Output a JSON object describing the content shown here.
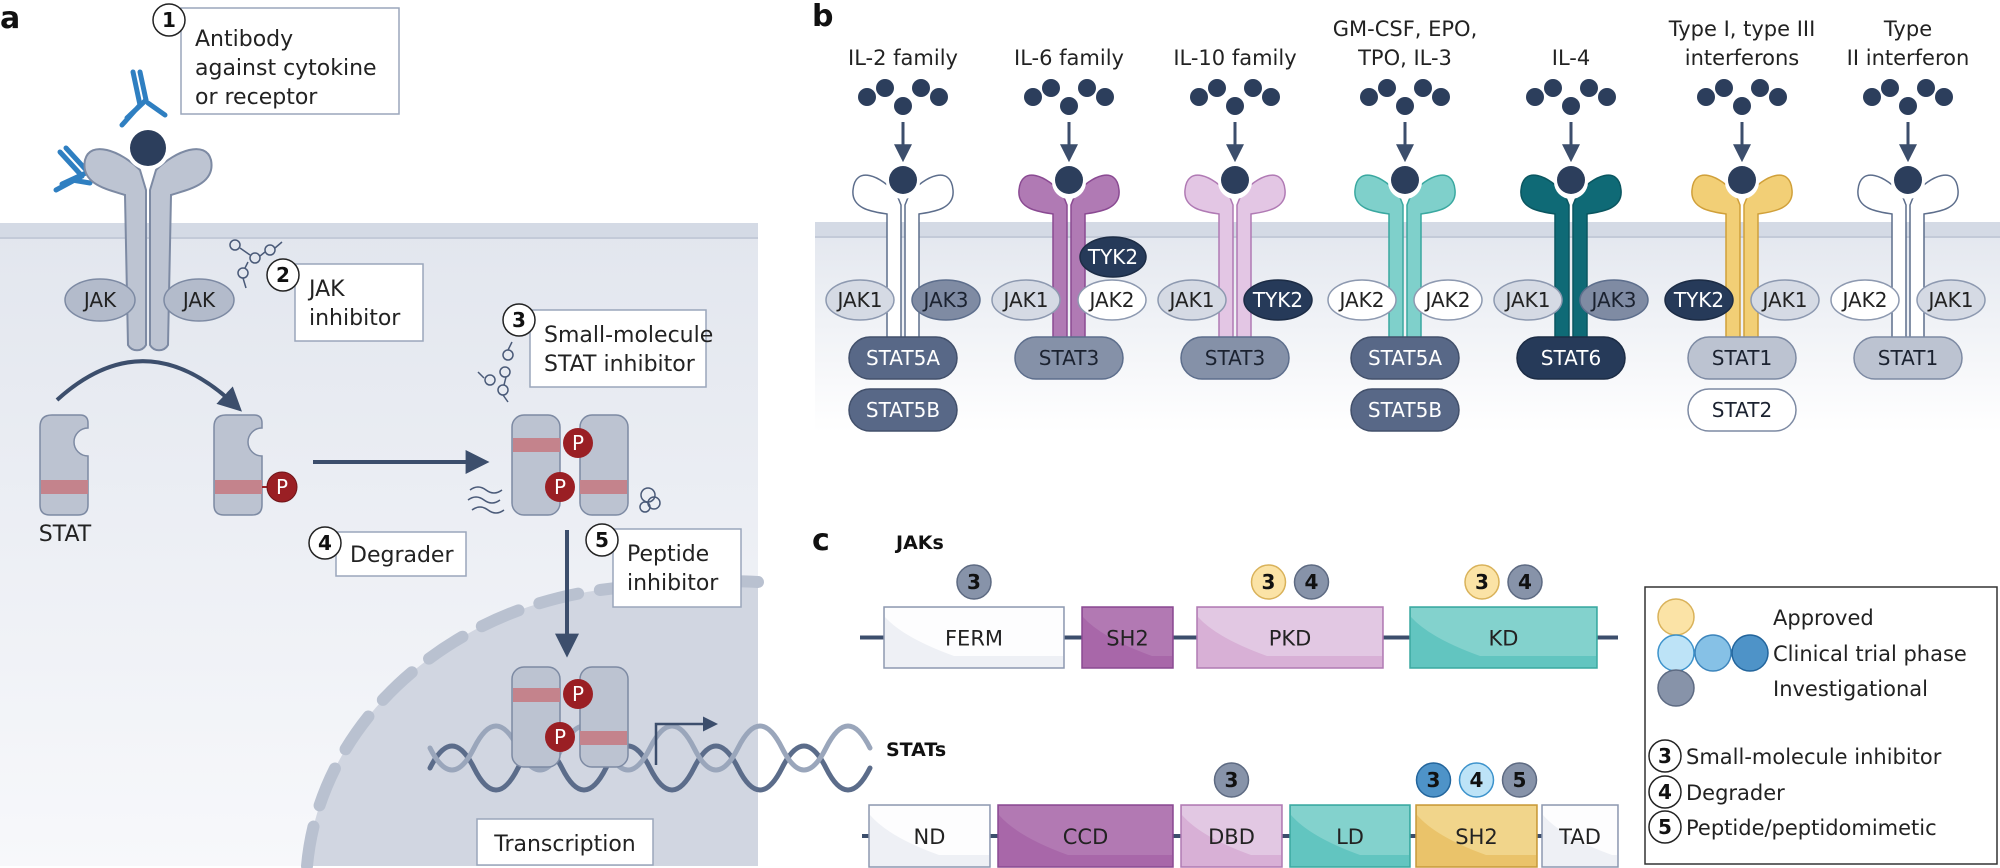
{
  "colors": {
    "membrane": "#d4dae5",
    "cytoplasm": "#e6e9f0",
    "nucleus": "#d1d6e1",
    "ligand": "#2c3e5c",
    "arrow": "#3c4e6c",
    "antibody": "#2f7fc1",
    "stat_block": "#bcc3d1",
    "stat_band": "#c4838c",
    "phospho": "#9a1f24",
    "approved": "#fbe3a6",
    "approved_stroke": "#d9b25a",
    "clinical_1": "#bde3f7",
    "clinical_2": "#86c1e6",
    "clinical_3": "#4e93c8",
    "investigational": "#8793a9"
  },
  "panel_a": {
    "letter": "a",
    "callouts": [
      {
        "num": "1",
        "lines": [
          "Antibody",
          "against cytokine",
          "or receptor"
        ]
      },
      {
        "num": "2",
        "lines": [
          "JAK",
          "inhibitor"
        ]
      },
      {
        "num": "3",
        "lines": [
          "Small-molecule",
          "STAT inhibitor"
        ]
      },
      {
        "num": "4",
        "lines": [
          "Degrader"
        ]
      },
      {
        "num": "5",
        "lines": [
          "Peptide",
          "inhibitor"
        ]
      }
    ],
    "jak_left": "JAK",
    "jak_right": "JAK",
    "stat_label": "STAT",
    "phospho_label": "P",
    "transcription_label": "Transcription"
  },
  "panel_b": {
    "letter": "b",
    "columns": [
      {
        "title": [
          "IL-2 family"
        ],
        "receptor": "white",
        "jak_left": {
          "label": "JAK1",
          "style": "light"
        },
        "jak_right": {
          "label": "JAK3",
          "style": "mid"
        },
        "stats": [
          {
            "label": "STAT5A",
            "style": "mid-dark"
          },
          {
            "label": "STAT5B",
            "style": "mid-dark"
          }
        ]
      },
      {
        "title": [
          "IL-6 family"
        ],
        "receptor": "purple",
        "jak_left": {
          "label": "JAK1",
          "style": "light"
        },
        "jak_right": {
          "label": "JAK2",
          "style": "white"
        },
        "extra": {
          "label": "TYK2",
          "style": "dark"
        },
        "stats": [
          {
            "label": "STAT3",
            "style": "mid"
          }
        ]
      },
      {
        "title": [
          "IL-10 family"
        ],
        "receptor": "lilac",
        "jak_left": {
          "label": "JAK1",
          "style": "light"
        },
        "jak_right": {
          "label": "TYK2",
          "style": "dark"
        },
        "stats": [
          {
            "label": "STAT3",
            "style": "mid"
          }
        ]
      },
      {
        "title": [
          "GM-CSF, EPO,",
          "TPO, IL-3"
        ],
        "receptor": "teal",
        "jak_left": {
          "label": "JAK2",
          "style": "white"
        },
        "jak_right": {
          "label": "JAK2",
          "style": "white"
        },
        "stats": [
          {
            "label": "STAT5A",
            "style": "mid-dark"
          },
          {
            "label": "STAT5B",
            "style": "mid-dark"
          }
        ]
      },
      {
        "title": [
          "IL-4"
        ],
        "receptor": "darkteal",
        "jak_left": {
          "label": "JAK1",
          "style": "light"
        },
        "jak_right": {
          "label": "JAK3",
          "style": "mid"
        },
        "stats": [
          {
            "label": "STAT6",
            "style": "dark"
          }
        ]
      },
      {
        "title": [
          "Type I, type III",
          "interferons"
        ],
        "receptor": "yellow",
        "jak_left": {
          "label": "TYK2",
          "style": "dark"
        },
        "jak_right": {
          "label": "JAK1",
          "style": "light"
        },
        "stats": [
          {
            "label": "STAT1",
            "style": "light"
          },
          {
            "label": "STAT2",
            "style": "white"
          }
        ]
      },
      {
        "title": [
          "Type",
          "II interferon"
        ],
        "receptor": "white",
        "jak_left": {
          "label": "JAK2",
          "style": "white"
        },
        "jak_right": {
          "label": "JAK1",
          "style": "light"
        },
        "stats": [
          {
            "label": "STAT1",
            "style": "light"
          }
        ]
      }
    ]
  },
  "panel_c": {
    "letter": "c",
    "jaks": {
      "title": "JAKs",
      "domains": [
        {
          "label": "FERM",
          "color": "white",
          "badges": [
            {
              "num": "3",
              "status": "investigational"
            }
          ]
        },
        {
          "label": "SH2",
          "color": "purple",
          "badges": []
        },
        {
          "label": "PKD",
          "color": "lilac",
          "badges": [
            {
              "num": "3",
              "status": "approved"
            },
            {
              "num": "4",
              "status": "investigational"
            }
          ]
        },
        {
          "label": "KD",
          "color": "teal",
          "badges": [
            {
              "num": "3",
              "status": "approved"
            },
            {
              "num": "4",
              "status": "investigational"
            }
          ]
        }
      ]
    },
    "stats": {
      "title": "STATs",
      "domains": [
        {
          "label": "ND",
          "color": "white",
          "badges": []
        },
        {
          "label": "CCD",
          "color": "purple",
          "badges": []
        },
        {
          "label": "DBD",
          "color": "lilac",
          "badges": [
            {
              "num": "3",
              "status": "investigational"
            }
          ]
        },
        {
          "label": "LD",
          "color": "teal",
          "badges": []
        },
        {
          "label": "SH2",
          "color": "yellow",
          "badges": [
            {
              "num": "3",
              "status": "clinical_3"
            },
            {
              "num": "4",
              "status": "clinical_1"
            },
            {
              "num": "5",
              "status": "investigational"
            }
          ]
        },
        {
          "label": "TAD",
          "color": "white",
          "badges": []
        }
      ]
    },
    "legend": {
      "status_items": [
        {
          "label": "Approved",
          "swatches": [
            "approved"
          ]
        },
        {
          "label": "Clinical trial phase",
          "swatches": [
            "clinical_1",
            "clinical_2",
            "clinical_3"
          ]
        },
        {
          "label": "Investigational",
          "swatches": [
            "investigational"
          ]
        }
      ],
      "modality_items": [
        {
          "num": "3",
          "label": "Small-molecule inhibitor"
        },
        {
          "num": "4",
          "label": "Degrader"
        },
        {
          "num": "5",
          "label": "Peptide/peptidomimetic"
        }
      ]
    }
  }
}
